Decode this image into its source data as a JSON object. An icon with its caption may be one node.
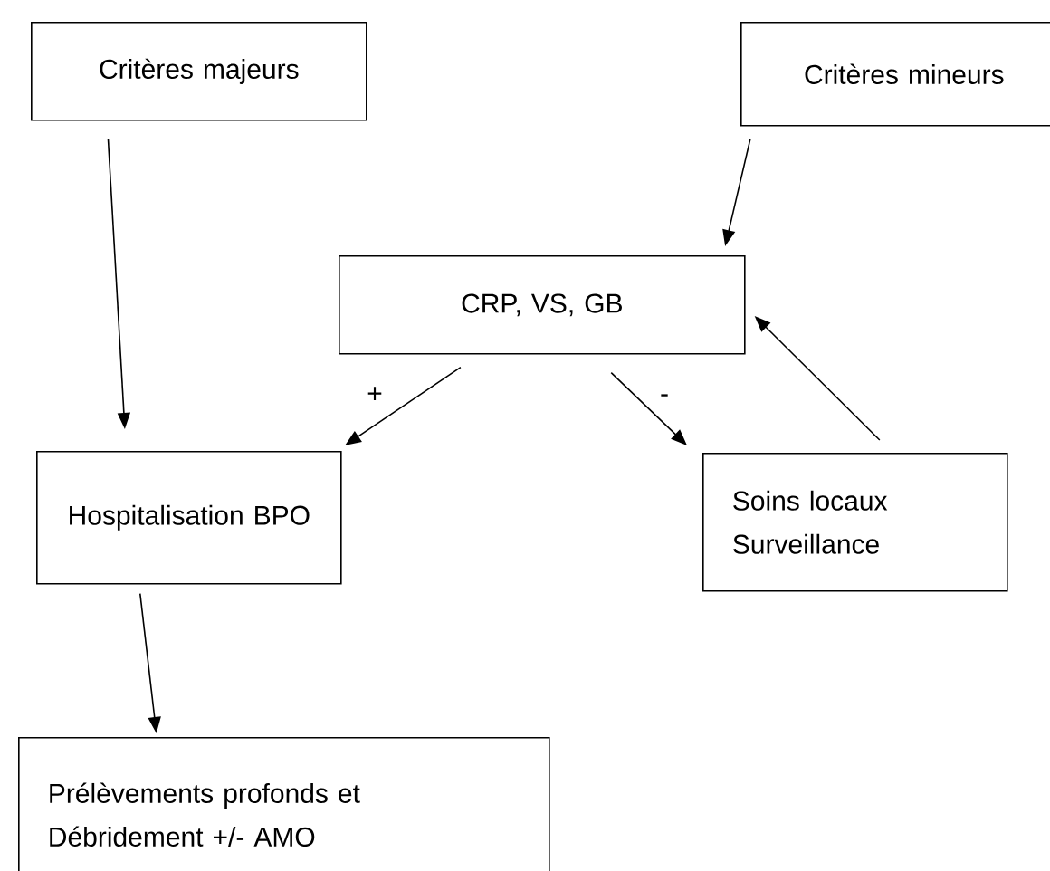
{
  "diagram": {
    "nodes": [
      {
        "text": [
          "Critères majeurs"
        ]
      },
      {
        "text": [
          "Critères mineurs"
        ]
      },
      {
        "text": [
          "CRP, VS, GB"
        ]
      },
      {
        "text": [
          "Hospitalisation BPO"
        ]
      },
      {
        "text": [
          "Soins locaux Surveillance"
        ]
      },
      {
        "text": [
          "Prélèvements profonds et Débridement +/- AMO"
        ]
      }
    ],
    "edges": [
      {
        "from": 0,
        "to": 3,
        "arrow": "to"
      },
      {
        "from": 1,
        "to": 2,
        "arrow": "to"
      },
      {
        "from": 2,
        "to": 3,
        "arrow": "to",
        "label": "+"
      },
      {
        "from": 2,
        "to": 4,
        "arrow": "to",
        "label": "-"
      },
      {
        "from": 4,
        "to": 2,
        "arrow": "to"
      },
      {
        "from": 3,
        "to": 5,
        "arrow": "to"
      }
    ]
  }
}
